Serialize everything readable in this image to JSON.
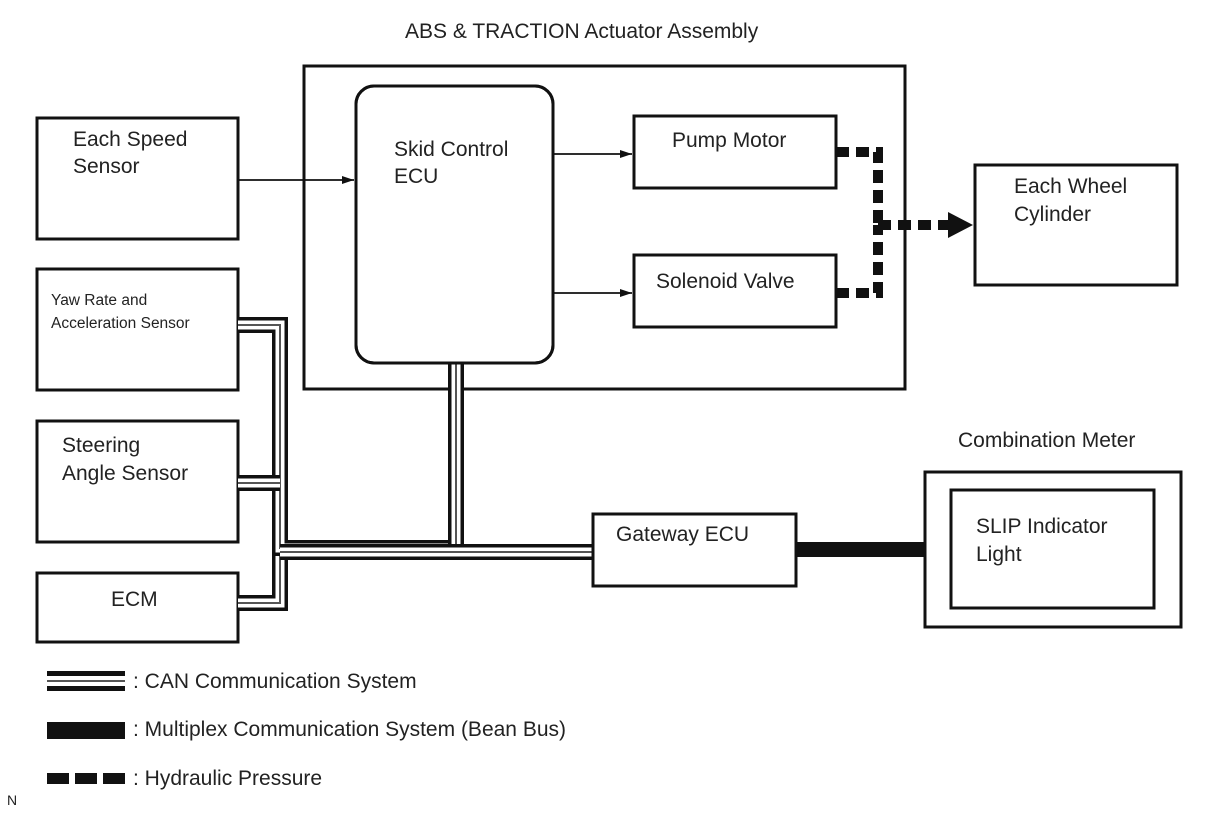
{
  "diagram": {
    "title": "ABS & TRACTION Actuator Assembly",
    "blocks": {
      "speed_sensor": {
        "line1": "Each Speed",
        "line2": "Sensor"
      },
      "yaw_sensor": {
        "line1": "Yaw Rate and",
        "line2": "Acceleration Sensor"
      },
      "steering_sensor": {
        "line1": "Steering",
        "line2": "Angle Sensor"
      },
      "ecm": {
        "label": "ECM"
      },
      "skid_ecu": {
        "line1": "Skid Control",
        "line2": "ECU"
      },
      "pump_motor": {
        "label": "Pump Motor"
      },
      "solenoid_valve": {
        "label": "Solenoid Valve"
      },
      "wheel_cylinder": {
        "line1": "Each Wheel",
        "line2": "Cylinder"
      },
      "gateway_ecu": {
        "label": "Gateway ECU"
      },
      "combination_meter": {
        "label": "Combination Meter"
      },
      "slip_light": {
        "line1": "SLIP Indicator",
        "line2": "Light"
      }
    },
    "connections": [
      {
        "from": "Each Speed Sensor",
        "to": "Skid Control ECU",
        "type": "signal"
      },
      {
        "from": "Skid Control ECU",
        "to": "Pump Motor",
        "type": "signal"
      },
      {
        "from": "Skid Control ECU",
        "to": "Solenoid Valve",
        "type": "signal"
      },
      {
        "from": "Pump Motor",
        "to": "Each Wheel Cylinder",
        "type": "hydraulic"
      },
      {
        "from": "Solenoid Valve",
        "to": "Each Wheel Cylinder",
        "type": "hydraulic"
      },
      {
        "from": "Yaw Rate and Acceleration Sensor",
        "to": "Gateway ECU",
        "type": "CAN"
      },
      {
        "from": "Steering Angle Sensor",
        "to": "Gateway ECU",
        "type": "CAN"
      },
      {
        "from": "ECM",
        "to": "Gateway ECU",
        "type": "CAN"
      },
      {
        "from": "Skid Control ECU",
        "to": "Gateway ECU",
        "type": "CAN"
      },
      {
        "from": "Gateway ECU",
        "to": "Combination Meter",
        "type": "Bean Bus"
      }
    ],
    "legend": [
      {
        "symbol": "can-line",
        "label": ": CAN Communication System"
      },
      {
        "symbol": "bean-line",
        "label": ": Multiplex Communication System (Bean Bus)"
      },
      {
        "symbol": "hydraulic-line",
        "label": ": Hydraulic Pressure"
      }
    ],
    "corner_mark": "N"
  }
}
